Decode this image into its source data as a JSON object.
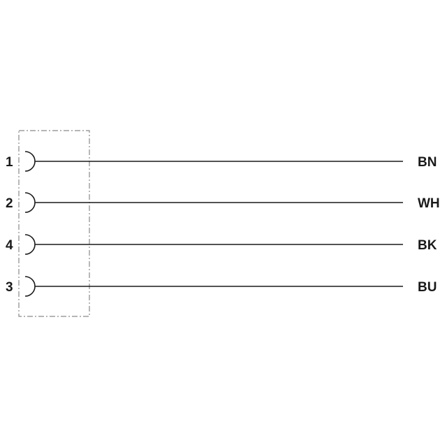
{
  "diagram": {
    "colors": {
      "line": "#1a1a1a",
      "housing": "#8a8a8a",
      "background": "#ffffff"
    },
    "connector": {
      "style": "dash-dot"
    },
    "pins": [
      {
        "pin": "1",
        "wire": "BN"
      },
      {
        "pin": "2",
        "wire": "WH"
      },
      {
        "pin": "4",
        "wire": "BK"
      },
      {
        "pin": "3",
        "wire": "BU"
      }
    ]
  }
}
